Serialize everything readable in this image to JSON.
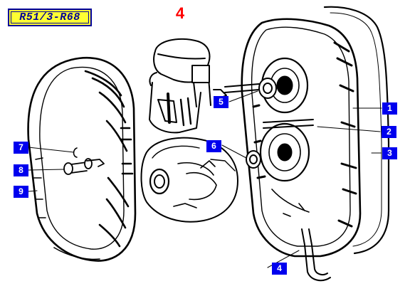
{
  "header": {
    "model": "R51/3-R68",
    "figure_number": "4"
  },
  "callouts": [
    {
      "id": "1",
      "label": "1"
    },
    {
      "id": "2",
      "label": "2"
    },
    {
      "id": "3",
      "label": "3"
    },
    {
      "id": "4",
      "label": "4"
    },
    {
      "id": "5",
      "label": "5"
    },
    {
      "id": "6",
      "label": "6"
    },
    {
      "id": "7",
      "label": "7"
    },
    {
      "id": "8",
      "label": "8"
    },
    {
      "id": "9",
      "label": "9"
    }
  ]
}
